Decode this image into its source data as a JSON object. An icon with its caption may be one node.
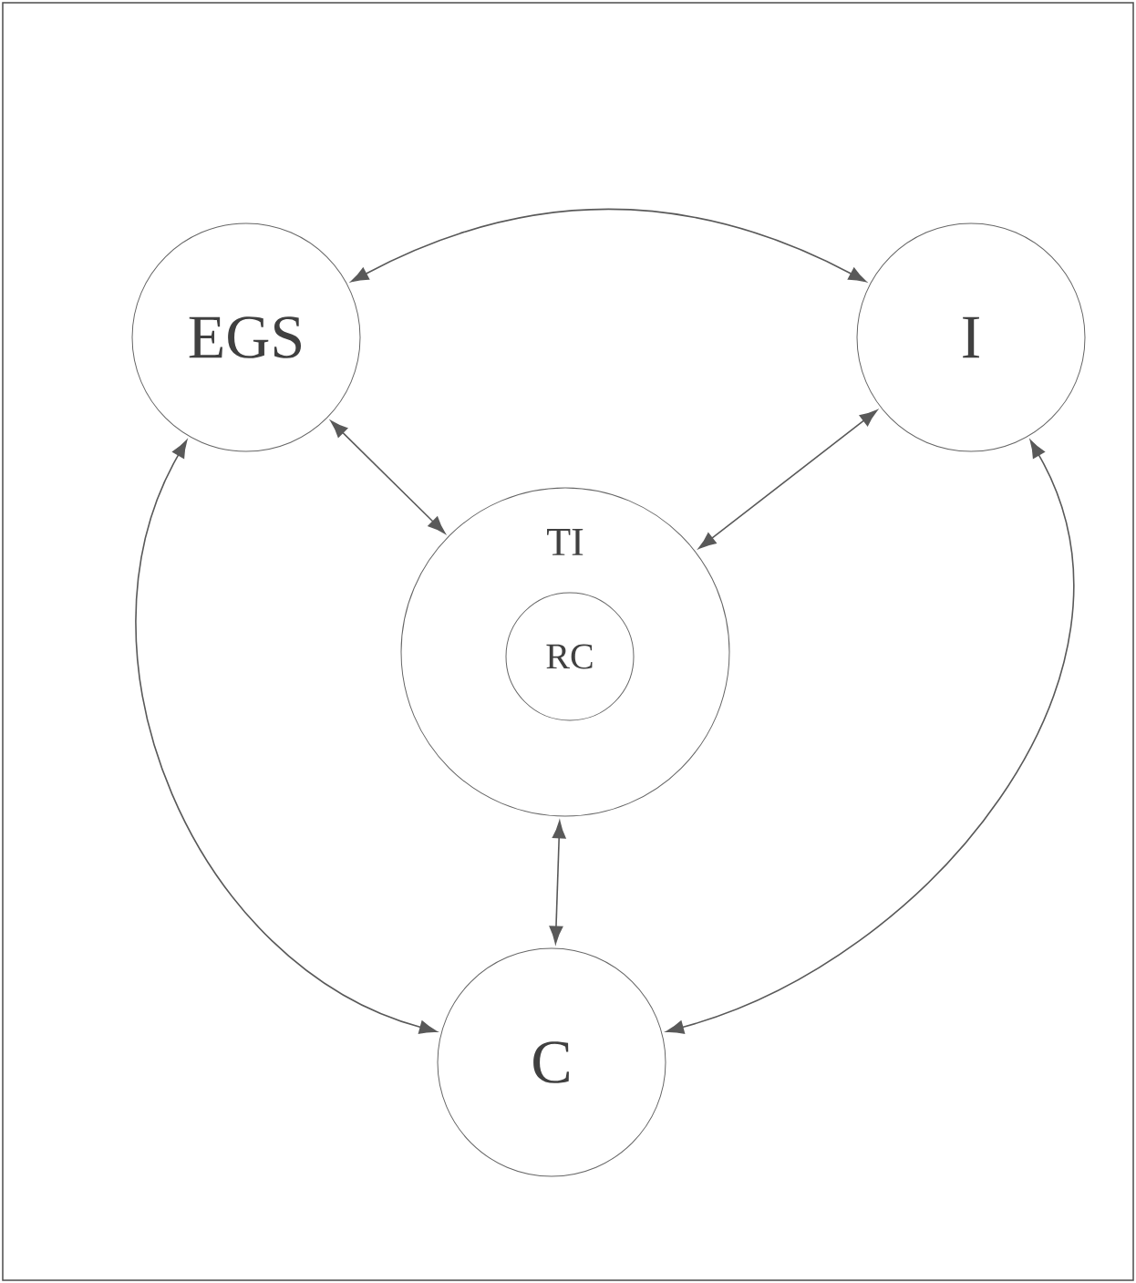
{
  "diagram": {
    "nodes": [
      {
        "text": [
          "EGS"
        ]
      },
      {
        "text": [
          "I"
        ]
      },
      {
        "text": [
          "TI"
        ]
      },
      {
        "text": [
          "RC"
        ],
        "in": 2
      },
      {
        "text": [
          "C"
        ]
      }
    ],
    "edges": [
      {
        "from": 0,
        "to": 1,
        "arrow": "both"
      },
      {
        "from": 0,
        "to": 2,
        "arrow": "both"
      },
      {
        "from": 1,
        "to": 2,
        "arrow": "both"
      },
      {
        "from": 2,
        "to": 4,
        "arrow": "both"
      },
      {
        "from": 0,
        "to": 4,
        "arrow": "both"
      },
      {
        "from": 1,
        "to": 4,
        "arrow": "both"
      }
    ]
  }
}
